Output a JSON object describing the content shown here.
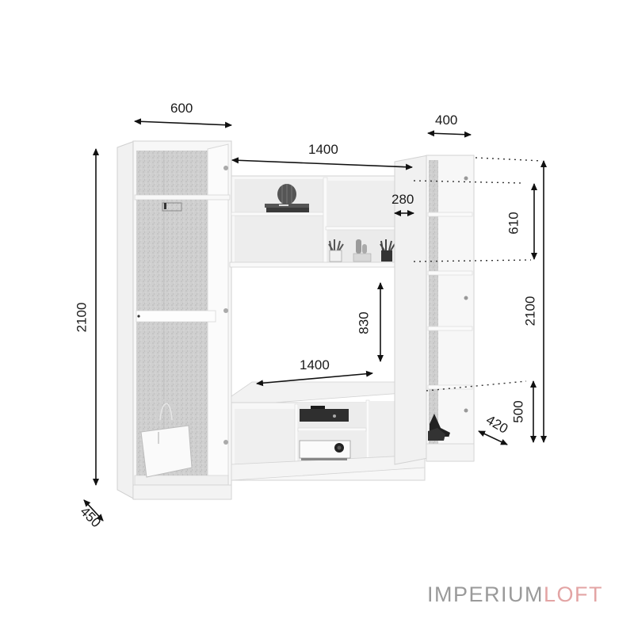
{
  "diagram": {
    "subject": "Modular wall unit with wardrobe, TV niche, hanging shelf and narrow bookcase",
    "colors": {
      "furniture": "#f4f4f4",
      "furniture_edge": "#d6d6d6",
      "back_panel_texture": "#c9c9c9",
      "dimension_line": "#111111",
      "dotted_guide": "#333333"
    },
    "dimensions": {
      "wardrobe_width": "600",
      "wardrobe_height": "2100",
      "wardrobe_depth": "450",
      "top_shelf_width": "1400",
      "top_shelf_depth": "280",
      "tv_niche_height": "830",
      "tv_stand_width": "1400",
      "bookcase_width": "400",
      "overall_height_right": "2100",
      "hanging_shelf_height": "610",
      "bookcase_bottom_height": "500",
      "bookcase_depth": "420"
    },
    "units": "mm"
  },
  "brand": {
    "part1": "IMPERIUM",
    "part2": "LOFT",
    "part1_color": "#9a9a9a",
    "part2_color": "#e3a4a4"
  }
}
